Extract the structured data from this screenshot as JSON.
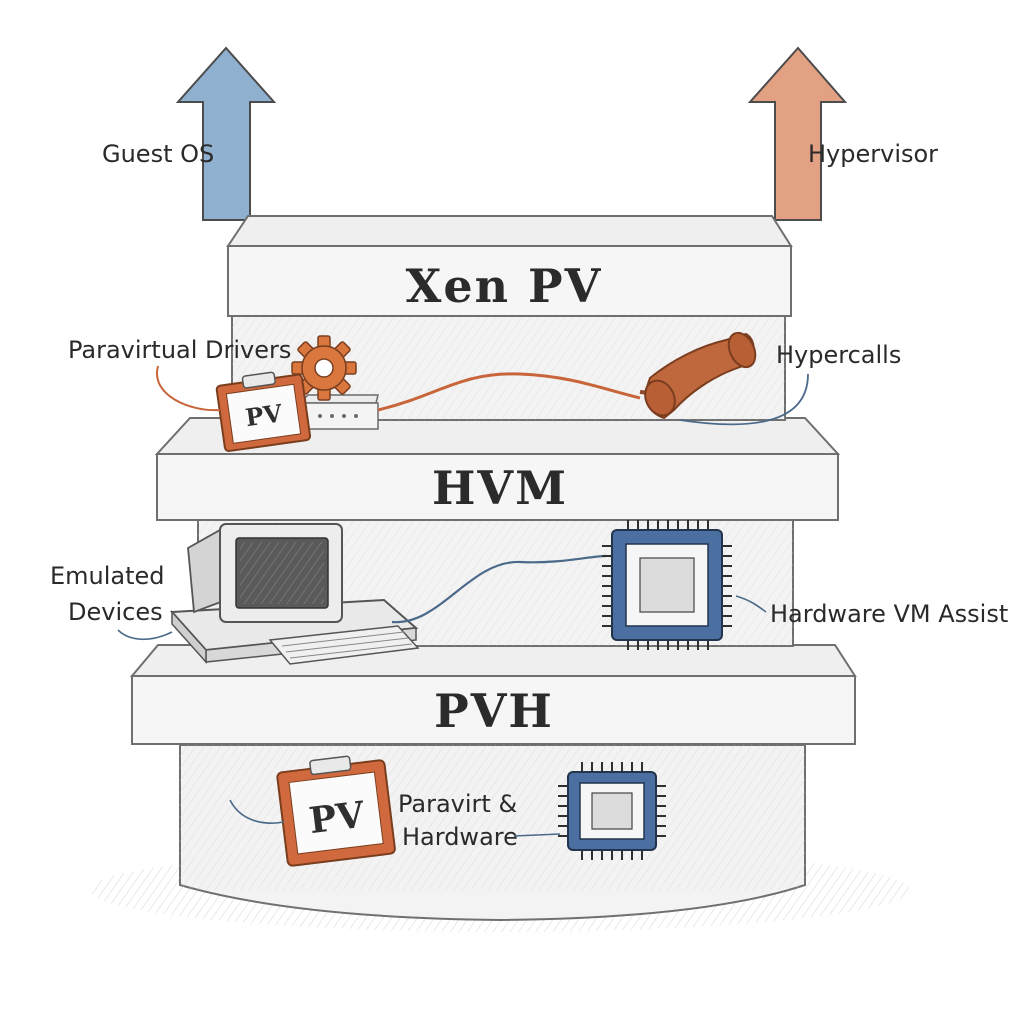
{
  "arrows": {
    "left_label": "Guest OS",
    "left_color": "#8fb0cf",
    "right_label": "Hypervisor",
    "right_color": "#e2a183"
  },
  "tiers": {
    "top": "Xen PV",
    "middle": "HVM",
    "bottom": "PVH"
  },
  "callouts": {
    "paravirtual_drivers": "Paravirtual Drivers",
    "hypercalls": "Hypercalls",
    "emulated_devices_line1": "Emulated",
    "emulated_devices_line2": "Devices",
    "hardware_vm_assist": "Hardware VM Assist",
    "paravirt_hardware_line1": "Paravirt &",
    "paravirt_hardware_line2": "Hardware"
  },
  "badges": {
    "pv_top": "PV",
    "pv_bottom": "PV"
  },
  "colors": {
    "accent_orange": "#c8653a",
    "chip_blue": "#4a6fa0",
    "stone": "#f1f1f1",
    "outline": "#7a7a7a"
  }
}
